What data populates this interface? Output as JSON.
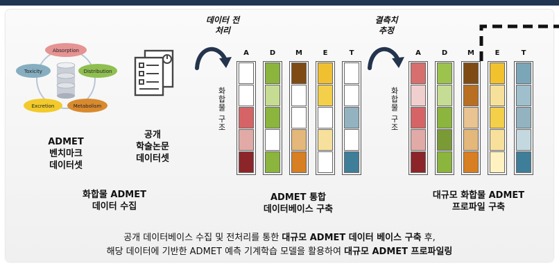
{
  "benchmark_cycle": {
    "nodes": [
      "Absorption",
      "Distribution",
      "Metabolism",
      "Excretion",
      "Toxicity"
    ]
  },
  "sources": {
    "benchmark_label": [
      "ADMET",
      "벤치마크",
      "데이터셋"
    ],
    "papers_label": [
      "공개",
      "학술논문",
      "데이터셋"
    ]
  },
  "steps": {
    "collect": [
      "화합물 ADMET",
      "데이터 수집"
    ],
    "preprocess": [
      "데이터 전",
      "처리"
    ],
    "impute": [
      "결측치",
      "추정"
    ],
    "integrate": [
      "ADMET 통합",
      "데이터베이스 구축"
    ],
    "profile": [
      "대규모 화합물 ADMET",
      "프로파일 구축"
    ]
  },
  "matrix": {
    "columns": [
      "A",
      "D",
      "M",
      "E",
      "T"
    ],
    "row_axis_label": "화합물 구조",
    "integrated_colors": [
      [
        "#ffffff",
        "#8bb53c",
        "#7f4b14",
        "#f0c030",
        "#ffffff"
      ],
      [
        "#ffffff",
        "#c6dc93",
        "#ffffff",
        "#f3cf4a",
        "#ffffff"
      ],
      [
        "#d66466",
        "#8bb53c",
        "#ffffff",
        "#ffffff",
        "#93b3c1"
      ],
      [
        "#e2aaa6",
        "#ffffff",
        "#e4b77a",
        "#f6e09c",
        "#ffffff"
      ],
      [
        "#8b2529",
        "#8bb53c",
        "#d77f22",
        "#ffffff",
        "#3e7e99"
      ]
    ],
    "profile_colors": [
      [
        "#d86f6f",
        "#9bc34e",
        "#7f4b14",
        "#f2c12e",
        "#7ba6b7"
      ],
      [
        "#f1cfcf",
        "#c4dc93",
        "#b96f22",
        "#f6e09a",
        "#9fbfcc"
      ],
      [
        "#d66466",
        "#8bb53c",
        "#e9c391",
        "#f3cf4a",
        "#93b3c1"
      ],
      [
        "#e2aaa6",
        "#7a9a36",
        "#e4b77a",
        "#f6e09c",
        "#c4d8e0"
      ],
      [
        "#8b2529",
        "#8bb53c",
        "#d77f22",
        "#fff2c0",
        "#3e7e99"
      ]
    ]
  },
  "summary": {
    "line1_plain": "공개 데이터베이스 수집 및 전처리를 통한 ",
    "line1_bold": "대규모 ADMET  데이터 베이스 구축",
    "line1_tail": " 후,",
    "line2_plain": "해당 데이터에 기반한 ADMET 예측 기계학습 모델을 활용하여 ",
    "line2_bold": "대규모 ADMET 프로파일링"
  }
}
